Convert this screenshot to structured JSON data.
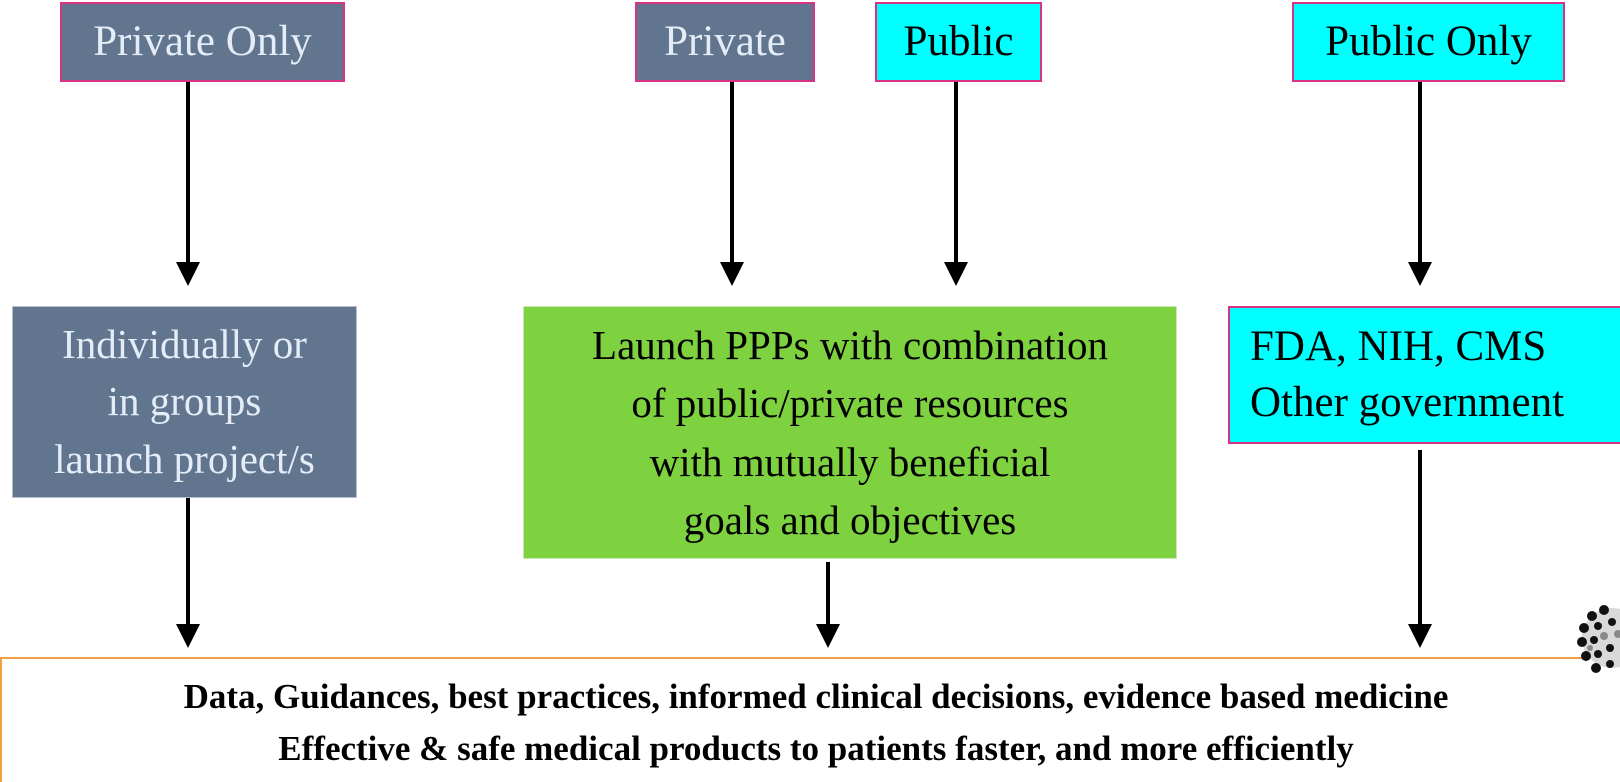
{
  "top_boxes": {
    "private_only": "Private Only",
    "private": "Private",
    "public": "Public",
    "public_only": "Public Only"
  },
  "middle_boxes": {
    "individual_lines": [
      "Individually or",
      "in groups",
      "launch project/s"
    ],
    "ppp_lines": [
      "Launch PPPs with combination",
      "of public/private resources",
      "with mutually beneficial",
      "goals and objectives"
    ],
    "gov_lines": [
      "FDA, NIH, CMS",
      "Other government"
    ]
  },
  "outcome": {
    "line1": "Data, Guidances, best practices, informed clinical decisions, evidence based medicine",
    "line2": "Effective & safe medical products to patients faster,  and more efficiently"
  },
  "colors": {
    "private_fill": "#61758f",
    "public_fill": "#00ffff",
    "ppp_fill": "#7ed13f",
    "box_border": "#d63384",
    "outcome_border": "#f0a040"
  }
}
